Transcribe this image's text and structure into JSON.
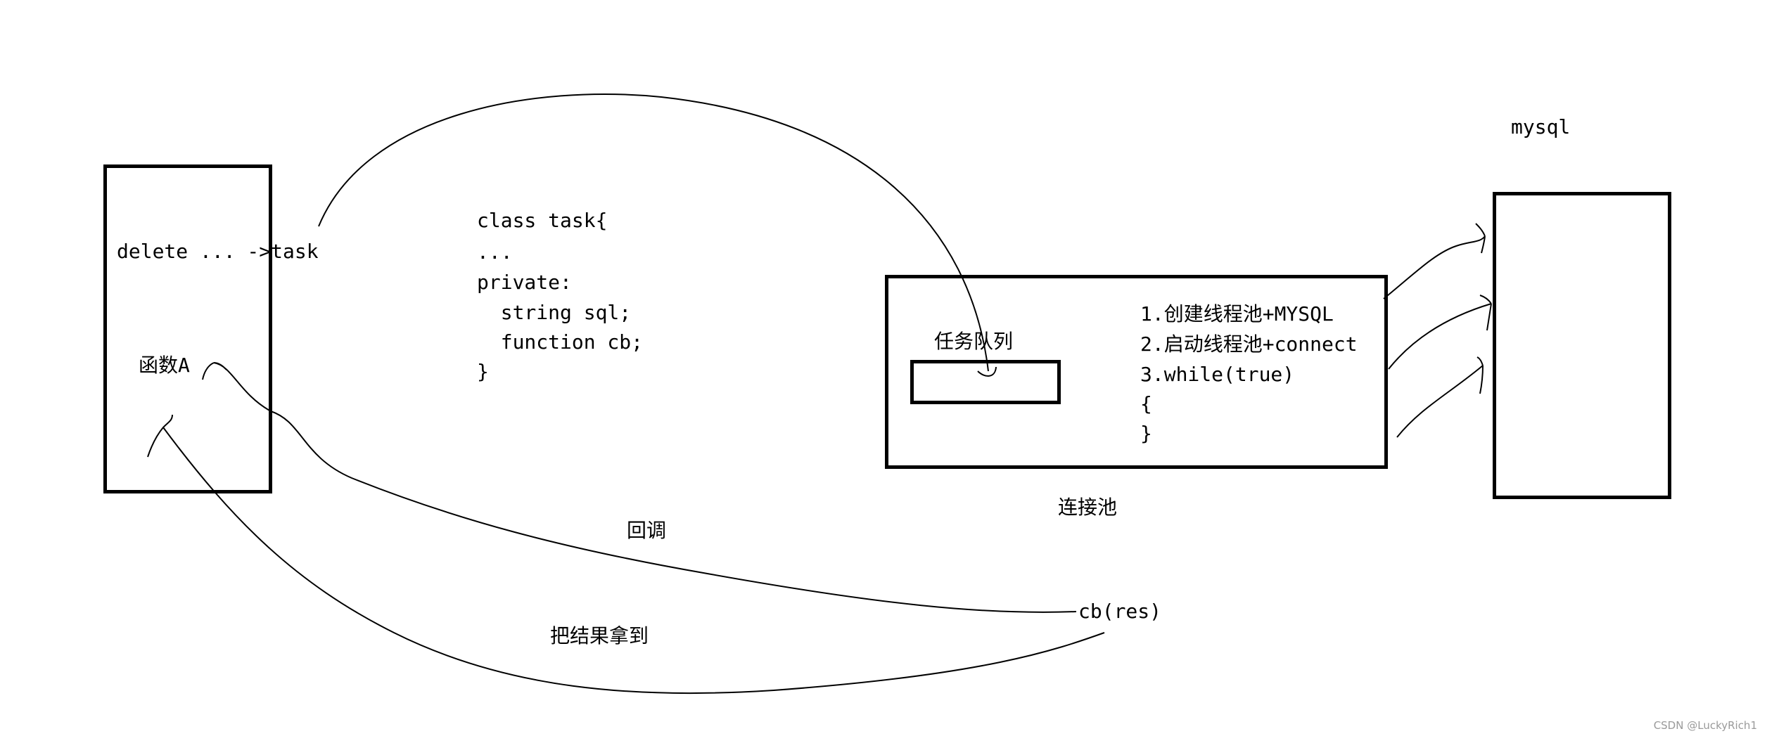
{
  "caller": {
    "line1": "delete ... ->task",
    "func": "函数A"
  },
  "task_class": {
    "lines": [
      "class task{",
      "...",
      "private:",
      "  string sql;",
      "  function cb;",
      "}"
    ]
  },
  "pool": {
    "queue_label": "任务队列",
    "steps": [
      "1.创建线程池+MYSQL",
      "2.启动线程池+connect",
      "3.while(true)",
      "{",
      "}"
    ],
    "label": "连接池"
  },
  "mysql": {
    "label": "mysql"
  },
  "callback": {
    "label": "回调",
    "call": "cb(res)",
    "result": "把结果拿到"
  },
  "watermark": "CSDN @LuckyRich1"
}
